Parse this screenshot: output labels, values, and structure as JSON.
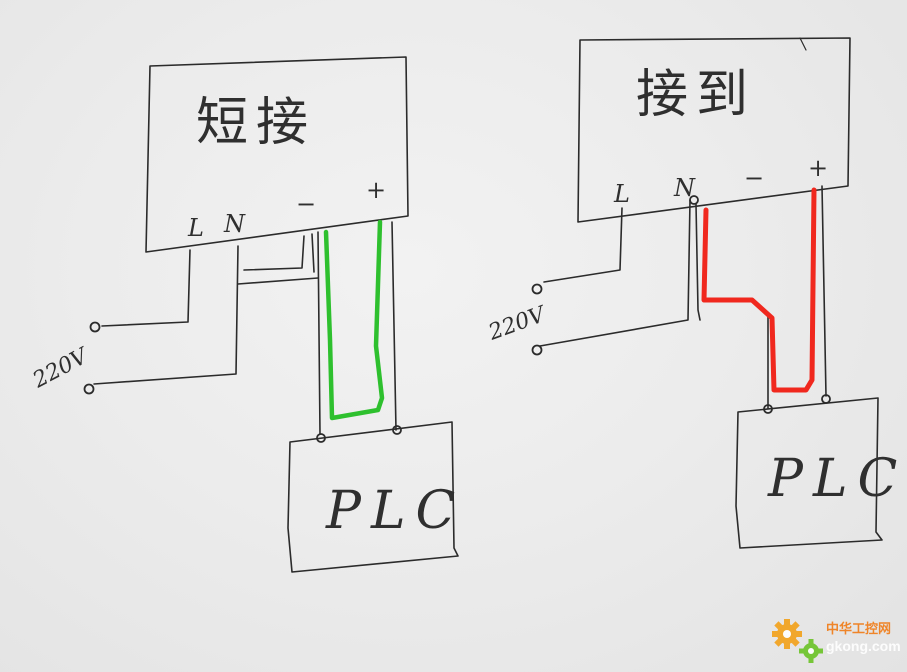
{
  "diagrams": [
    {
      "box_label": "短接",
      "terminals": [
        "L",
        "N",
        "−",
        "+"
      ],
      "source_label": "220V",
      "device_label": "PLC",
      "highlight_color": "#2ec02e"
    },
    {
      "box_label": "接到",
      "terminals": [
        "L",
        "N",
        "−",
        "+"
      ],
      "source_label": "220V",
      "device_label": "PLC",
      "highlight_color": "#f0281e"
    }
  ],
  "watermark": {
    "text": "中华工控网",
    "domain": "gkong.com",
    "icon": "gear-icon"
  }
}
